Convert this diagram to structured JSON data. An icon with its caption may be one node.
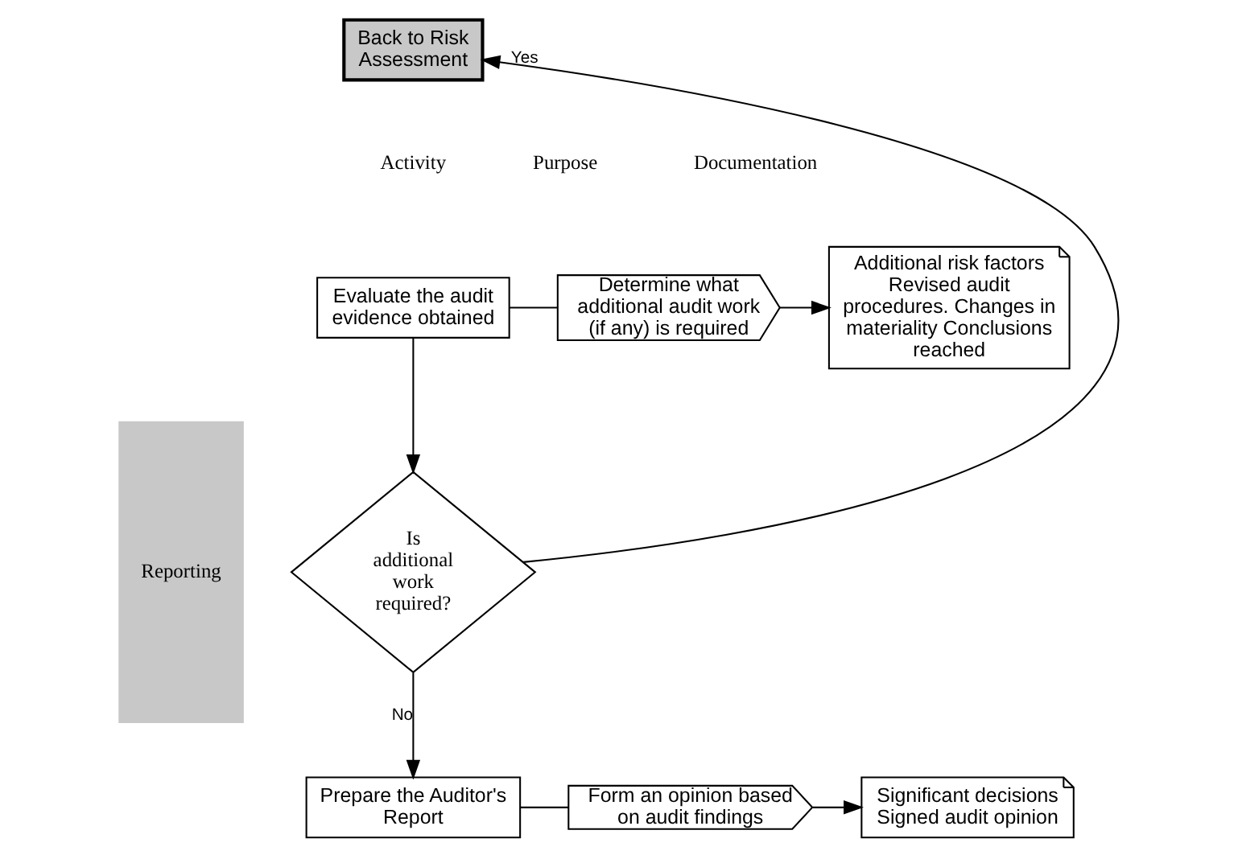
{
  "diagram": {
    "nodes": [
      {
        "text": [
          "Back to Risk Assessment"
        ]
      },
      {
        "text": [
          "Reporting"
        ]
      },
      {
        "text": [
          "Evaluate the audit evidence obtained"
        ]
      },
      {
        "text": [
          "Determine what additional audit work (if any) is required"
        ]
      },
      {
        "text": [
          "Additional risk factors Revised audit procedures. Changes in materiality Conclusions reached"
        ]
      },
      {
        "text": [
          "Is additional work required?"
        ]
      },
      {
        "text": [
          "Prepare the Auditor's Report"
        ]
      },
      {
        "text": [
          "Form an opinion based on audit findings"
        ]
      },
      {
        "text": [
          "Significant decisions Signed audit opinion"
        ]
      }
    ],
    "edges": [
      {
        "from": 2,
        "to": 3,
        "arrow": "none"
      },
      {
        "from": 3,
        "to": 4,
        "arrow": "to"
      },
      {
        "from": 2,
        "to": 5,
        "arrow": "to"
      },
      {
        "from": 5,
        "to": 0,
        "arrow": "to",
        "label": "Yes"
      },
      {
        "from": 5,
        "to": 6,
        "arrow": "to",
        "label": "No"
      },
      {
        "from": 6,
        "to": 7,
        "arrow": "none"
      },
      {
        "from": 7,
        "to": 8,
        "arrow": "to"
      }
    ],
    "labels": [
      "Activity",
      "Purpose",
      "Documentation"
    ]
  }
}
